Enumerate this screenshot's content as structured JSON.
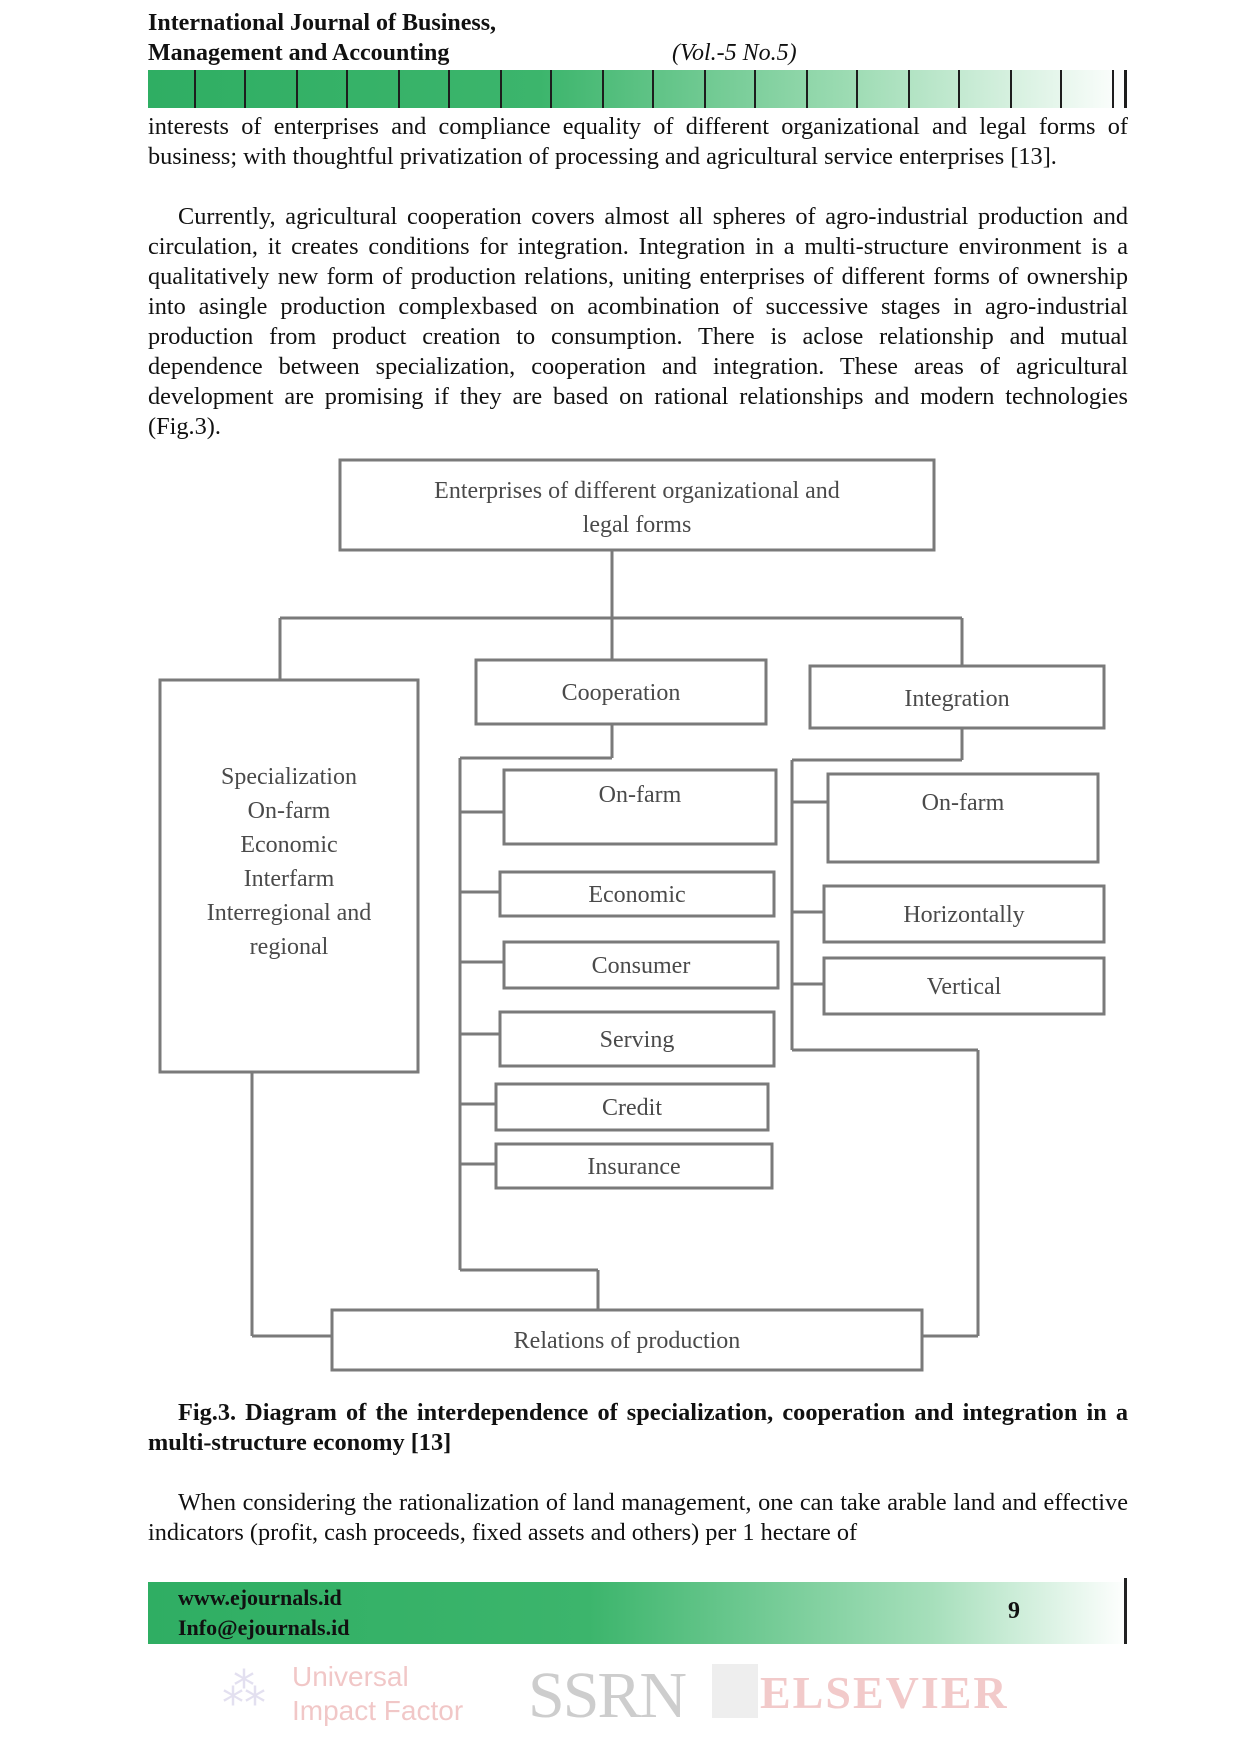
{
  "header": {
    "journal_line1": "International Journal of Business,",
    "journal_line2": "Management and Accounting",
    "volume": "(Vol.-5 No.5)"
  },
  "paragraphs": {
    "p1": "interests of enterprises and compliance equality of different organizational and legal forms of business; with thoughtful privatization of processing and agricultural service enterprises [13].",
    "p2": "Currently, agricultural cooperation covers almost all spheres of agro-industrial production and circulation, it creates conditions for integration. Integration in a multi-structure environment is a qualitatively new form of production relations, uniting enterprises of different forms of ownership into asingle production complexbased on acombination of successive stages in agro-industrial production from product creation to consumption. There is aclose relationship and mutual dependence between specialization, cooperation and integration. These areas of agricultural development are promising if they are based on rational relationships and modern technologies (Fig.3).",
    "p3": "When considering the rationalization of land management, one can take arable land and effective indicators (profit, cash proceeds, fixed assets and others) per 1 hectare of"
  },
  "figure": {
    "top_box_line1": "Enterprises of different organizational and",
    "top_box_line2": "legal forms",
    "specialization_lines": [
      "Specialization",
      "On-farm",
      "Economic",
      "Interfarm",
      "Interregional and",
      "regional"
    ],
    "cooperation": "Cooperation",
    "integration": "Integration",
    "cooperation_items": [
      "On-farm",
      "Economic",
      "Consumer",
      "Serving",
      "Credit",
      "Insurance"
    ],
    "integration_items": [
      "On-farm",
      "Horizontally",
      "Vertical"
    ],
    "bottom_box": "Relations of production",
    "caption": "Fig.3. Diagram of the interdependence of specialization, cooperation and integration in a multi-structure economy [13]"
  },
  "footer": {
    "website": "www.ejournals.id",
    "email": "Info@ejournals.id",
    "page_number": "9",
    "logos": {
      "uif_line1": "Universal",
      "uif_line2": "Impact Factor",
      "ssrn": "SSRN",
      "elsevier": "ELSEVIER"
    }
  }
}
